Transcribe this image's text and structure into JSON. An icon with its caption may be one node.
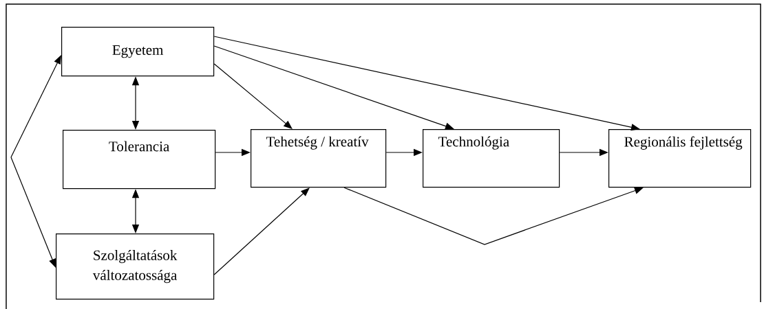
{
  "diagram": {
    "nodes": [
      {
        "text": [
          "Egyetem"
        ]
      },
      {
        "text": [
          "Tolerancia"
        ]
      },
      {
        "text": [
          "Tehetség / kreatív"
        ]
      },
      {
        "text": [
          "Technológia"
        ]
      },
      {
        "text": [
          "Regionális fejlettség"
        ]
      },
      {
        "text": [
          "Szolgáltatások változatossága"
        ]
      }
    ],
    "edges": [
      {
        "from": 0,
        "to": 1,
        "arrow": "both"
      },
      {
        "from": 1,
        "to": 5,
        "arrow": "both"
      },
      {
        "from": 0,
        "to": 2,
        "arrow": "to"
      },
      {
        "from": 0,
        "to": 3,
        "arrow": "to"
      },
      {
        "from": 0,
        "to": 4,
        "arrow": "to"
      },
      {
        "from": 1,
        "to": 2,
        "arrow": "to"
      },
      {
        "from": 2,
        "to": 3,
        "arrow": "to"
      },
      {
        "from": 3,
        "to": 4,
        "arrow": "to"
      },
      {
        "from": 5,
        "to": 2,
        "arrow": "to"
      },
      {
        "from": 2,
        "to": 4,
        "arrow": "to"
      },
      {
        "from": null,
        "to": 0,
        "arrow": "to"
      },
      {
        "from": null,
        "to": 5,
        "arrow": "to"
      }
    ]
  }
}
